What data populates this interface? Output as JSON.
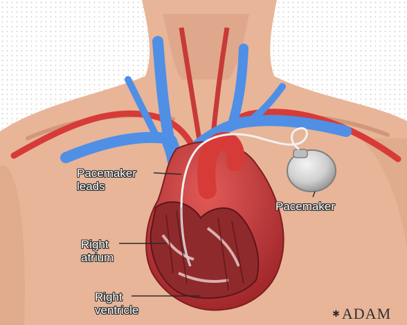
{
  "labels": {
    "pacemaker_leads": [
      "Pacemaker",
      "leads"
    ],
    "pacemaker": "Pacemaker",
    "right_atrium": [
      "Right",
      "atrium"
    ],
    "right_ventricle": [
      "Right",
      "ventricle"
    ]
  },
  "brand": "ADAM",
  "colors": {
    "skin": "#e8b598",
    "vein_blue": "#4f8fe6",
    "artery_red": "#d63b38",
    "heart_red": "#c8393a",
    "device_gray": "#c9c9c9"
  }
}
